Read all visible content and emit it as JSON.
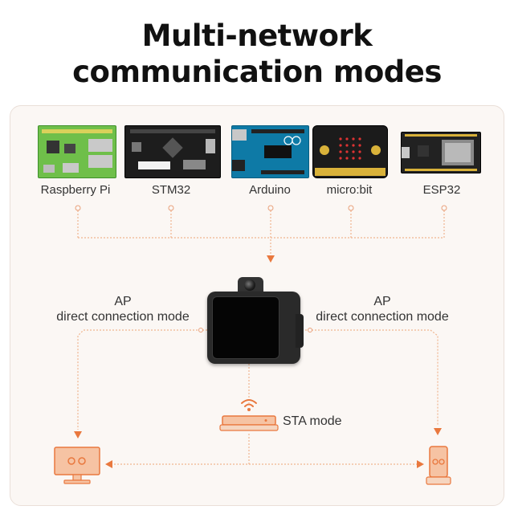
{
  "title": {
    "line1": "Multi-network",
    "line2": "communication modes"
  },
  "boards": [
    {
      "name": "raspberry-pi",
      "label": "Raspberry Pi"
    },
    {
      "name": "stm32",
      "label": "STM32"
    },
    {
      "name": "arduino",
      "label": "Arduino"
    },
    {
      "name": "microbit",
      "label": "micro:bit"
    },
    {
      "name": "esp32",
      "label": "ESP32"
    }
  ],
  "modes": {
    "left": {
      "line1": "AP",
      "line2": "direct connection mode"
    },
    "right": {
      "line1": "AP",
      "line2": "direct connection mode"
    },
    "sta": "STA mode"
  },
  "colors": {
    "accent": "#e9783e",
    "wire": "#f0b58f",
    "panel_bg": "#fbf7f4",
    "device_fill": "#f6c3a3",
    "device_stroke": "#e9783e"
  },
  "icons": {
    "camera": "camera-module",
    "router": "wifi-router-icon",
    "computer": "computer-monitor-icon",
    "phone": "smartphone-icon"
  }
}
